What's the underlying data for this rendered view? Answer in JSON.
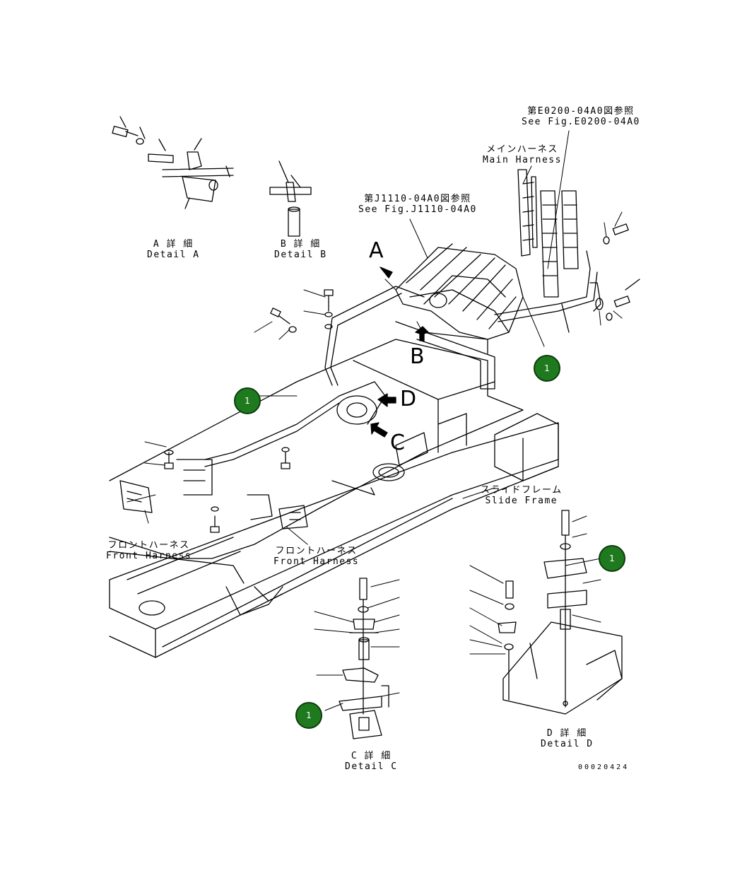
{
  "labels": {
    "see_e0200_jp": "第E0200-04A0図参照",
    "see_e0200_en": "See Fig.E0200-04A0",
    "main_harness_jp": "メインハーネス",
    "main_harness_en": "Main Harness",
    "see_j1110_jp": "第J1110-04A0図参照",
    "see_j1110_en": "See Fig.J1110-04A0",
    "detail_a_jp": "A 詳 細",
    "detail_a_en": "Detail A",
    "detail_b_jp": "B 詳 細",
    "detail_b_en": "Detail B",
    "detail_c_jp": "C 詳 細",
    "detail_c_en": "Detail C",
    "detail_d_jp": "D 詳 細",
    "detail_d_en": "Detail D",
    "slide_frame_jp": "スライドフレーム",
    "slide_frame_en": "Slide Frame",
    "front_harness_left_jp": "フロントハーネス",
    "front_harness_left_en": "Front Harness",
    "front_harness_right_jp": "フロントハーネス",
    "front_harness_right_en": "Front Harness",
    "view_a": "A",
    "view_b": "B",
    "view_c": "C",
    "view_d": "D",
    "drawing_number": "00020424"
  },
  "callouts": [
    {
      "id": "callout-1",
      "label": "1"
    },
    {
      "id": "callout-2",
      "label": "1"
    },
    {
      "id": "callout-3",
      "label": "1"
    },
    {
      "id": "callout-4",
      "label": "1"
    }
  ],
  "colors": {
    "callout_fill": "#1f7a1f",
    "line": "#000000"
  }
}
